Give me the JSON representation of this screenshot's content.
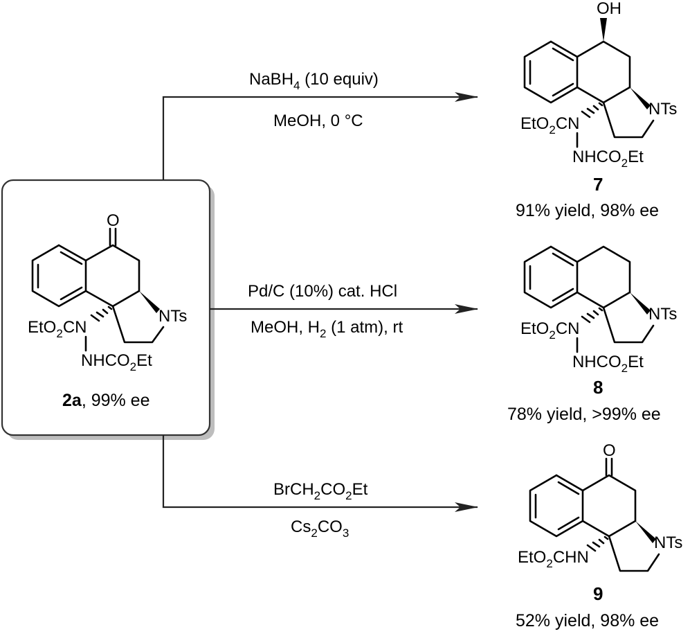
{
  "start": {
    "label_id": "2a",
    "label_rest": ", 99% ee",
    "atoms": {
      "oxo": "O",
      "ester_n_pre": "EtO",
      "ester_n_sub": "2",
      "ester_n_post": "CN",
      "nh_pre": "NHCO",
      "nh_sub": "2",
      "nh_post": "Et",
      "nts": "NTs"
    }
  },
  "reactions": [
    {
      "cond1_pre": "NaBH",
      "cond1_sub": "4",
      "cond1_post": " (10 equiv)",
      "cond2_pre": "MeOH, 0 °C",
      "cond2_sub": "",
      "cond2_post": ""
    },
    {
      "cond1_pre": "Pd/C (10%) cat. HCl",
      "cond1_sub": "",
      "cond1_post": "",
      "cond2_pre": "MeOH, H",
      "cond2_sub": "2",
      "cond2_post": " (1 atm), rt"
    },
    {
      "cond1_pre": "BrCH",
      "cond1_sub": "2",
      "cond1_mid": "CO",
      "cond1_sub2": "2",
      "cond1_post": "Et",
      "cond2_pre": "Cs",
      "cond2_sub": "2",
      "cond2_mid": "CO",
      "cond2_sub2": "3"
    }
  ],
  "products": [
    {
      "id": "7",
      "result": "91% yield, 98% ee",
      "atoms": {
        "top": "OH",
        "ester_n_pre": "EtO",
        "ester_n_sub": "2",
        "ester_n_post": "CN",
        "nh_pre": "NHCO",
        "nh_sub": "2",
        "nh_post": "Et",
        "nts": "NTs"
      }
    },
    {
      "id": "8",
      "result": "78% yield, >99% ee",
      "atoms": {
        "ester_n_pre": "EtO",
        "ester_n_sub": "2",
        "ester_n_post": "CN",
        "nh_pre": "NHCO",
        "nh_sub": "2",
        "nh_post": "Et",
        "nts": "NTs"
      }
    },
    {
      "id": "9",
      "result": "52% yield, 98% ee",
      "atoms": {
        "oxo": "O",
        "carb_pre": "EtO",
        "carb_sub": "2",
        "carb_post": "CHN",
        "nts": "NTs"
      }
    }
  ],
  "colors": {
    "line": "#000000",
    "box_border": "#333333",
    "box_shadow": "#bdbdbd"
  }
}
